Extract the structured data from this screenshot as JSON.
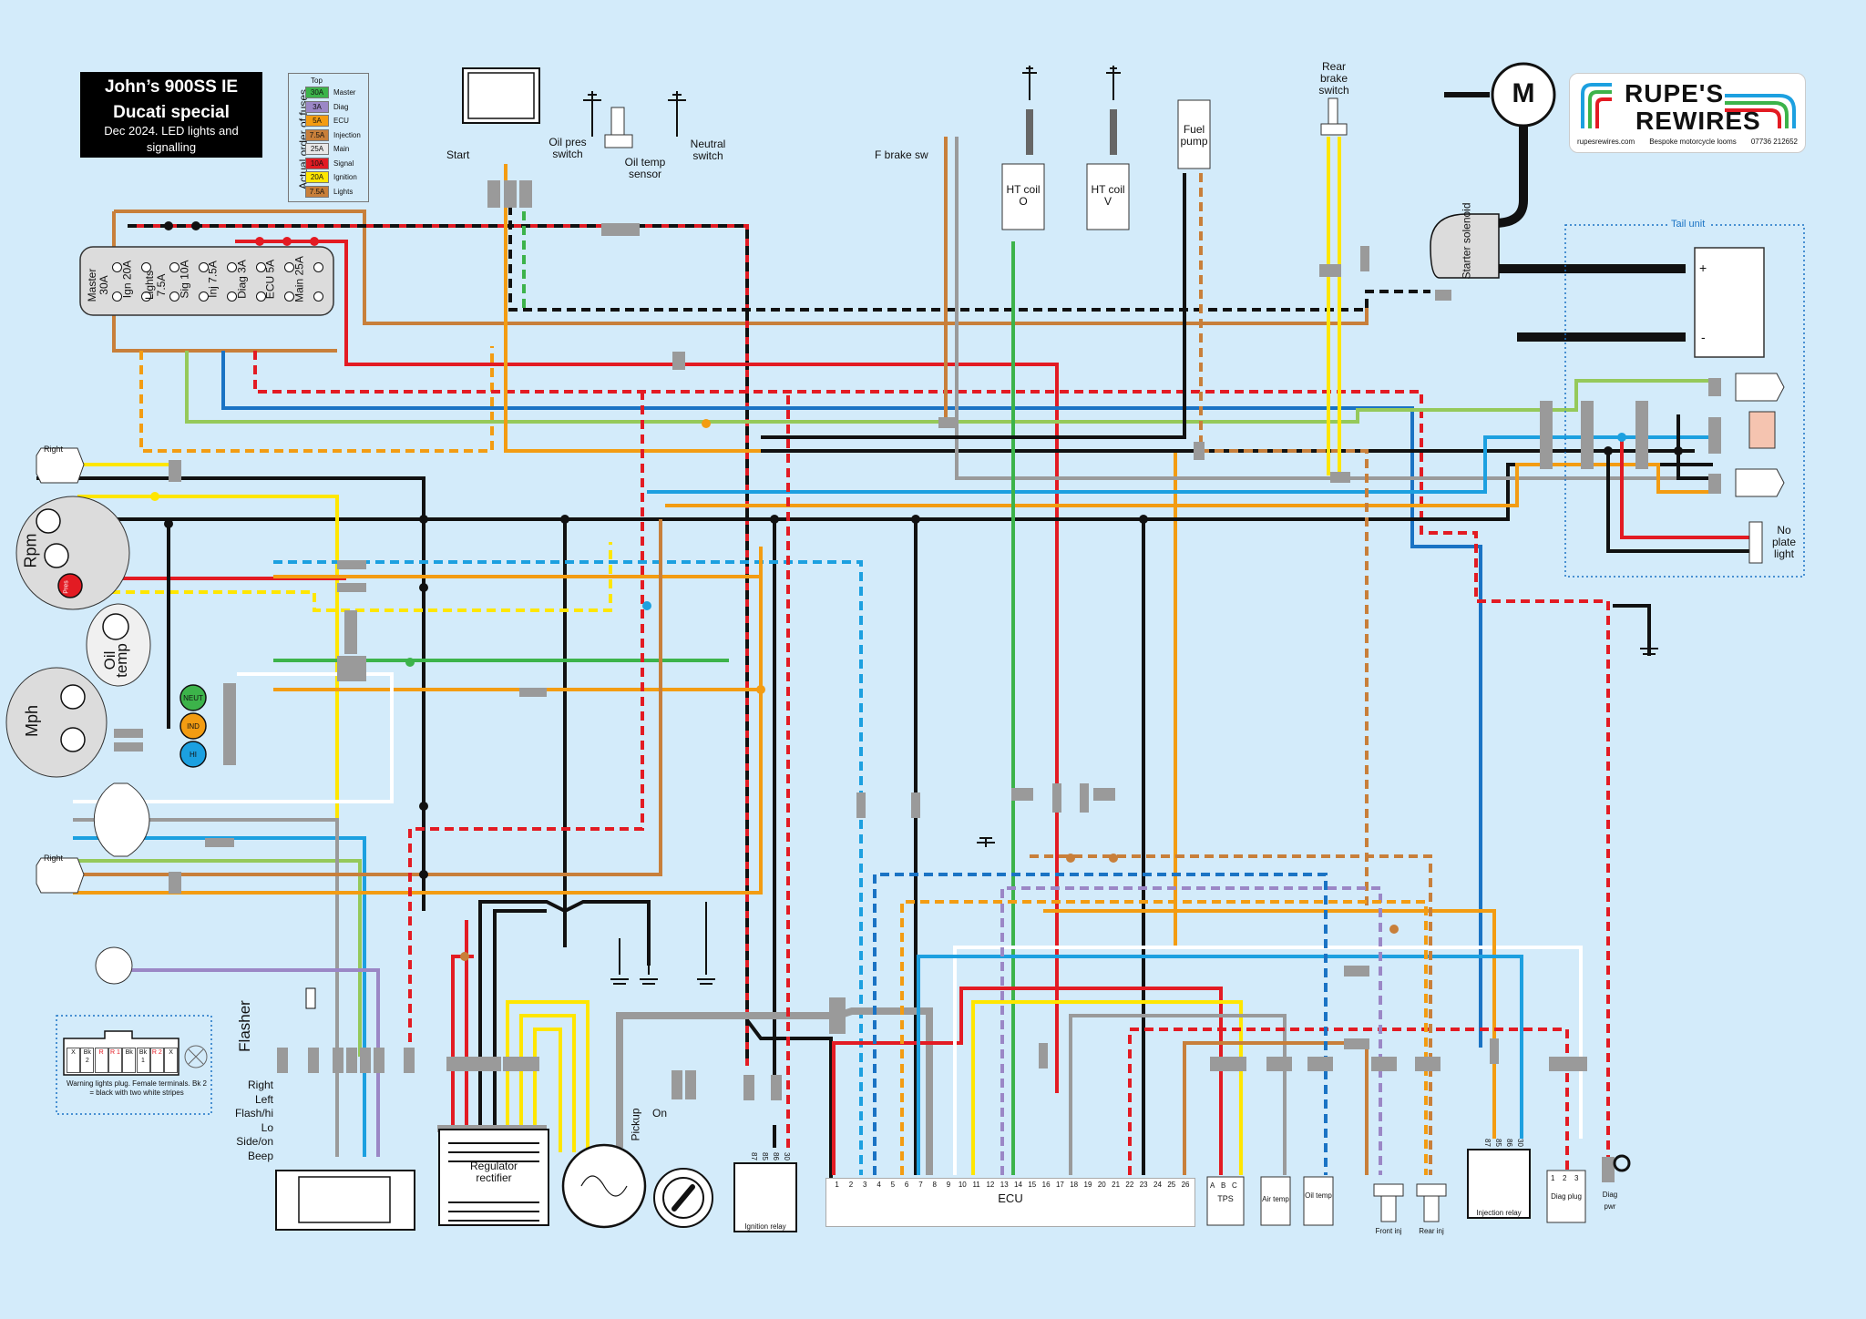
{
  "title": {
    "line1": "John’s 900SS IE",
    "line2": "Ducati special",
    "line3": "Dec 2024. LED lights and",
    "line4": "signalling"
  },
  "fuse_legend": {
    "axis_label": "Actual order of fuses",
    "top_label": "Top",
    "items": [
      {
        "rating": "30A",
        "name": "Master",
        "color": "#3cb34a"
      },
      {
        "rating": "3A",
        "name": "Diag",
        "color": "#9b87c6"
      },
      {
        "rating": "5A",
        "name": "ECU",
        "color": "#f39c12"
      },
      {
        "rating": "7.5A",
        "name": "Injection",
        "color": "#c87f3a"
      },
      {
        "rating": "25A",
        "name": "Main",
        "color": "#e8e8e8"
      },
      {
        "rating": "10A",
        "name": "Signal",
        "color": "#e31b23"
      },
      {
        "rating": "20A",
        "name": "Ignition",
        "color": "#ffe600"
      },
      {
        "rating": "7.5A",
        "name": "Lights",
        "color": "#c87f3a"
      }
    ]
  },
  "fuse_box": {
    "fuses": [
      "Master 30A",
      "Ign 20A",
      "Lights 7.5A",
      "Sig 10A",
      "Inj 7.5A",
      "Diag 3A",
      "ECU 5A",
      "Main 25A"
    ]
  },
  "logo": {
    "line1": "RUPE'S",
    "line2": "REWIRES",
    "website": "rupesrewires.com",
    "tagline": "Bespoke motorcycle looms",
    "phone": "07736 212652"
  },
  "components": {
    "start": "Start",
    "oil_pres_switch": "Oil pres switch",
    "oil_temp_sensor": "Oil temp sensor",
    "neutral_switch": "Neutral switch",
    "f_brake_sw": "F brake sw",
    "ht_coil_o": "HT coil O",
    "ht_coil_v": "HT coil V",
    "fuel_pump": "Fuel pump",
    "rear_brake_switch": "Rear brake switch",
    "motor": "M",
    "starter_solenoid": "Starter solenoid",
    "tail_unit": "Tail unit",
    "battery_plus": "+",
    "battery_minus": "-",
    "no_plate_light": "No plate light",
    "right_top": "Right",
    "right_bottom": "Right",
    "rpm": "Rpm",
    "pres": "Pres",
    "oil_temp_gauge": "Oil temp",
    "mph": "Mph",
    "neut": "NEUT",
    "ind": "IND",
    "hi": "HI",
    "flasher": "Flasher",
    "regulator": "Regulator rectifier",
    "pickup": "Pickup",
    "on": "On",
    "ignition_relay": "Ignition relay",
    "ecu": "ECU",
    "tps": "TPS",
    "air_temp": "Air temp",
    "oil_temp_sensor2": "Oil temp",
    "front_inj": "Front inj",
    "rear_inj": "Rear inj",
    "injection_relay": "Injection relay",
    "diag_plug": "Diag plug",
    "diag_pwr": "Diag pwr"
  },
  "switch_positions": [
    "Right",
    "Left",
    "Flash/hi",
    "Lo",
    "Side/on",
    "Beep"
  ],
  "warning_plug": {
    "pins": [
      "X",
      "Bk 2",
      "R",
      "R 1",
      "Bk",
      "Bk 1",
      "R 2",
      "X"
    ],
    "note": "Warning lights plug. Female terminals. Bk 2 = black with two white stripes"
  },
  "ecu_pins": [
    "1",
    "2",
    "3",
    "4",
    "5",
    "6",
    "7",
    "8",
    "9",
    "10",
    "11",
    "12",
    "13",
    "14",
    "15",
    "16",
    "17",
    "18",
    "19",
    "20",
    "21",
    "22",
    "23",
    "24",
    "25",
    "26"
  ],
  "relay_pins": [
    "87",
    "85",
    "86",
    "30"
  ],
  "tps_pins": [
    "A",
    "B",
    "C"
  ],
  "diag_pins": [
    "1",
    "2",
    "3"
  ],
  "wire_colors": {
    "red": "#e31b23",
    "black": "#111111",
    "yellow": "#ffe600",
    "blue": "#1ca0e0",
    "green": "#3cb34a",
    "lightgreen": "#95c95a",
    "orange": "#f39c12",
    "brown": "#c87f3a",
    "grey": "#9a9a9a",
    "white": "#ffffff",
    "purple": "#9b87c6",
    "darkblue": "#1a73c4"
  }
}
